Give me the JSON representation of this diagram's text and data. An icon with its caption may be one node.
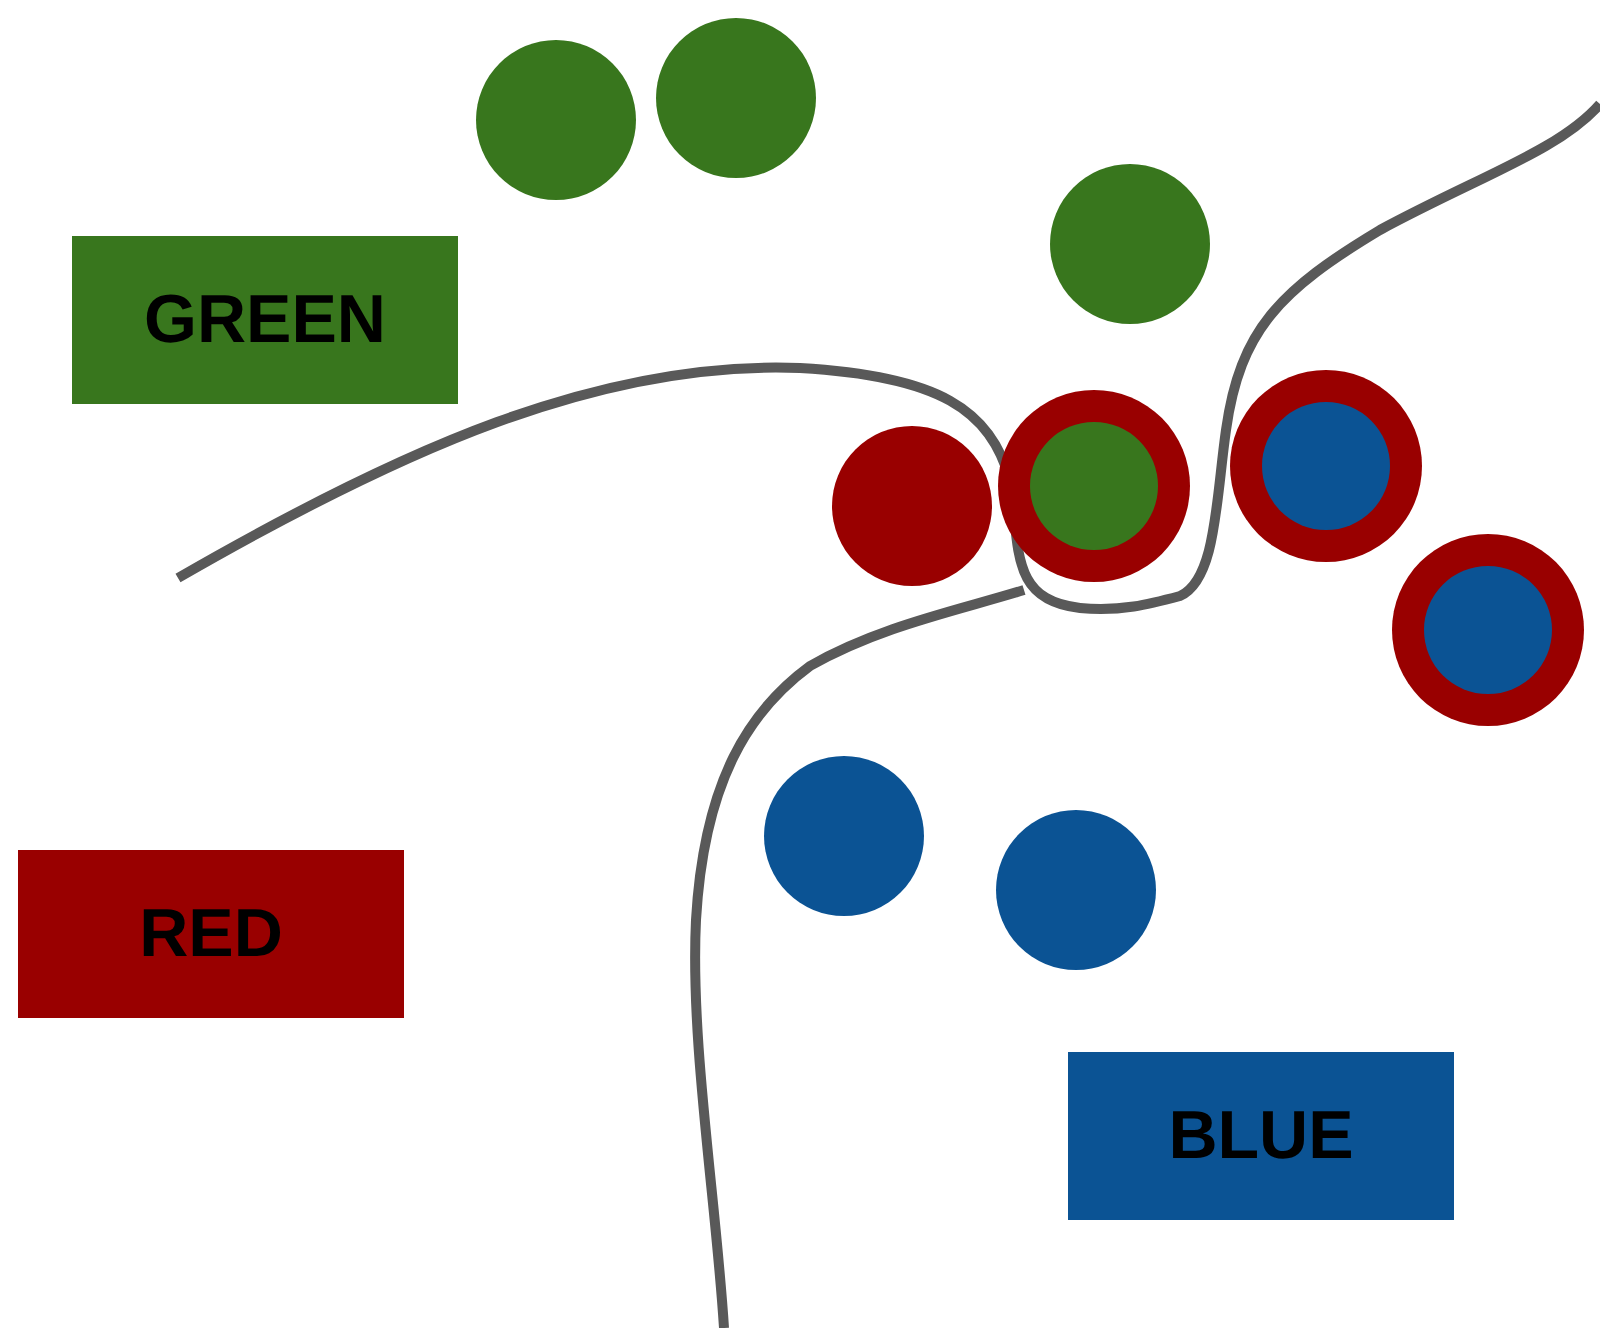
{
  "diagram": {
    "nodes": [
      {
        "text": [
          "GREEN"
        ]
      },
      {
        "text": [
          "RED"
        ]
      },
      {
        "text": [
          "BLUE"
        ]
      }
    ]
  }
}
